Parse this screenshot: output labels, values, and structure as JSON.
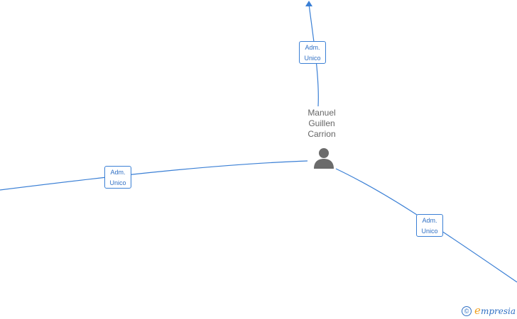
{
  "person": {
    "name_line1": "Manuel",
    "name_line2": "Guillen",
    "name_line3": "Carrion",
    "icon": "person-icon"
  },
  "roles": [
    {
      "line1": "Adm.",
      "line2": "Unico"
    },
    {
      "line1": "Adm.",
      "line2": "Unico"
    },
    {
      "line1": "Adm.",
      "line2": "Unico"
    }
  ],
  "footer": {
    "copyright": "©",
    "brand_initial": "e",
    "brand_rest": "mpresia"
  },
  "colors": {
    "edge": "#3a7fd5",
    "role_text": "#2f6fc4",
    "name_text": "#666666",
    "person_icon": "#6b6b6b",
    "brand_accent": "#f0a020"
  }
}
